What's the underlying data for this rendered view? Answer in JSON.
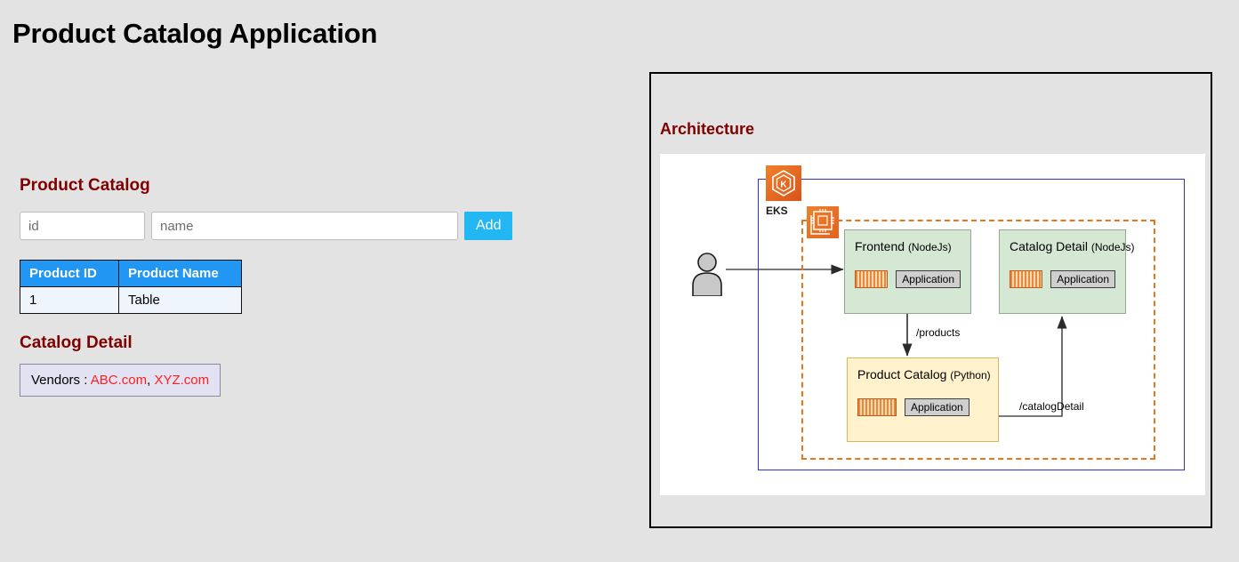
{
  "page": {
    "title": "Product Catalog Application"
  },
  "catalog": {
    "heading": "Product Catalog",
    "form": {
      "id_placeholder": "id",
      "id_value": "",
      "name_placeholder": "name",
      "name_value": "",
      "add_label": "Add"
    },
    "table": {
      "columns": [
        "Product ID",
        "Product Name"
      ],
      "rows": [
        {
          "id": "1",
          "name": "Table"
        }
      ]
    }
  },
  "catalog_detail": {
    "heading": "Catalog Detail",
    "vendors_label": "Vendors :",
    "vendors": [
      "ABC.com",
      "XYZ.com"
    ],
    "vendors_separator": ","
  },
  "architecture": {
    "heading": "Architecture",
    "eks_label": "EKS",
    "icons": {
      "eks": "eks-kubernetes-icon",
      "nodegroup": "ec2-node-chip-icon",
      "actor": "user-actor-icon",
      "container": "container-stripes-icon"
    },
    "nodes": [
      {
        "name": "frontend",
        "title": "Frontend",
        "tech": "(NodeJs)",
        "chip": "Application"
      },
      {
        "name": "catalog-detail",
        "title": "Catalog Detail",
        "tech": "(NodeJs)",
        "chip": "Application"
      },
      {
        "name": "product-catalog",
        "title": "Product Catalog",
        "tech": "(Python)",
        "chip": "Application"
      }
    ],
    "edges": [
      {
        "name": "products",
        "label": "/products"
      },
      {
        "name": "catalog-detail",
        "label": "/catalogDetail"
      }
    ],
    "colors": {
      "cluster_border": "#3333cc",
      "nodegroup_border": "#e8751a",
      "service_green": "#d5e8d4",
      "service_yellow": "#fff2cc",
      "accent_orange": "#e8751a",
      "heading_maroon": "#800000",
      "table_header_blue": "#2196f3",
      "button_blue": "#22b7f2",
      "vendor_red": "#ff2020"
    }
  }
}
